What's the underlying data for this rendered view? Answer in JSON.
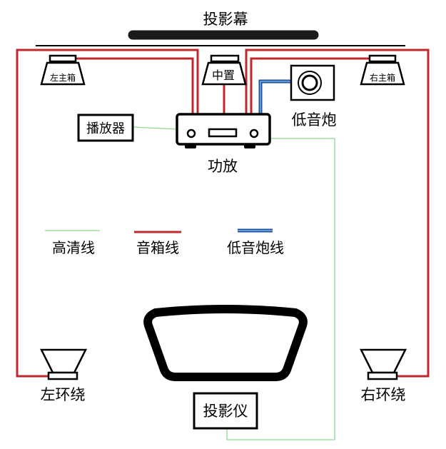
{
  "title": "投影幕",
  "devices": {
    "left_main": "左主箱",
    "center": "中置",
    "right_main": "右主箱",
    "player": "播放器",
    "subwoofer": "低音炮",
    "amplifier": "功放",
    "left_surround": "左环绕",
    "right_surround": "右环绕",
    "projector": "投影仪"
  },
  "legend": {
    "hdmi": "高清线",
    "speaker": "音箱线",
    "sub": "低音炮线"
  },
  "colors": {
    "hdmi_line": "#8fdc8f",
    "speaker_line": "#c0272d",
    "sub_line": "#1c4f9c",
    "sub_line_inner": "#7ab3e3",
    "outline": "#000000",
    "screen_bar": "#1a1a1a"
  }
}
